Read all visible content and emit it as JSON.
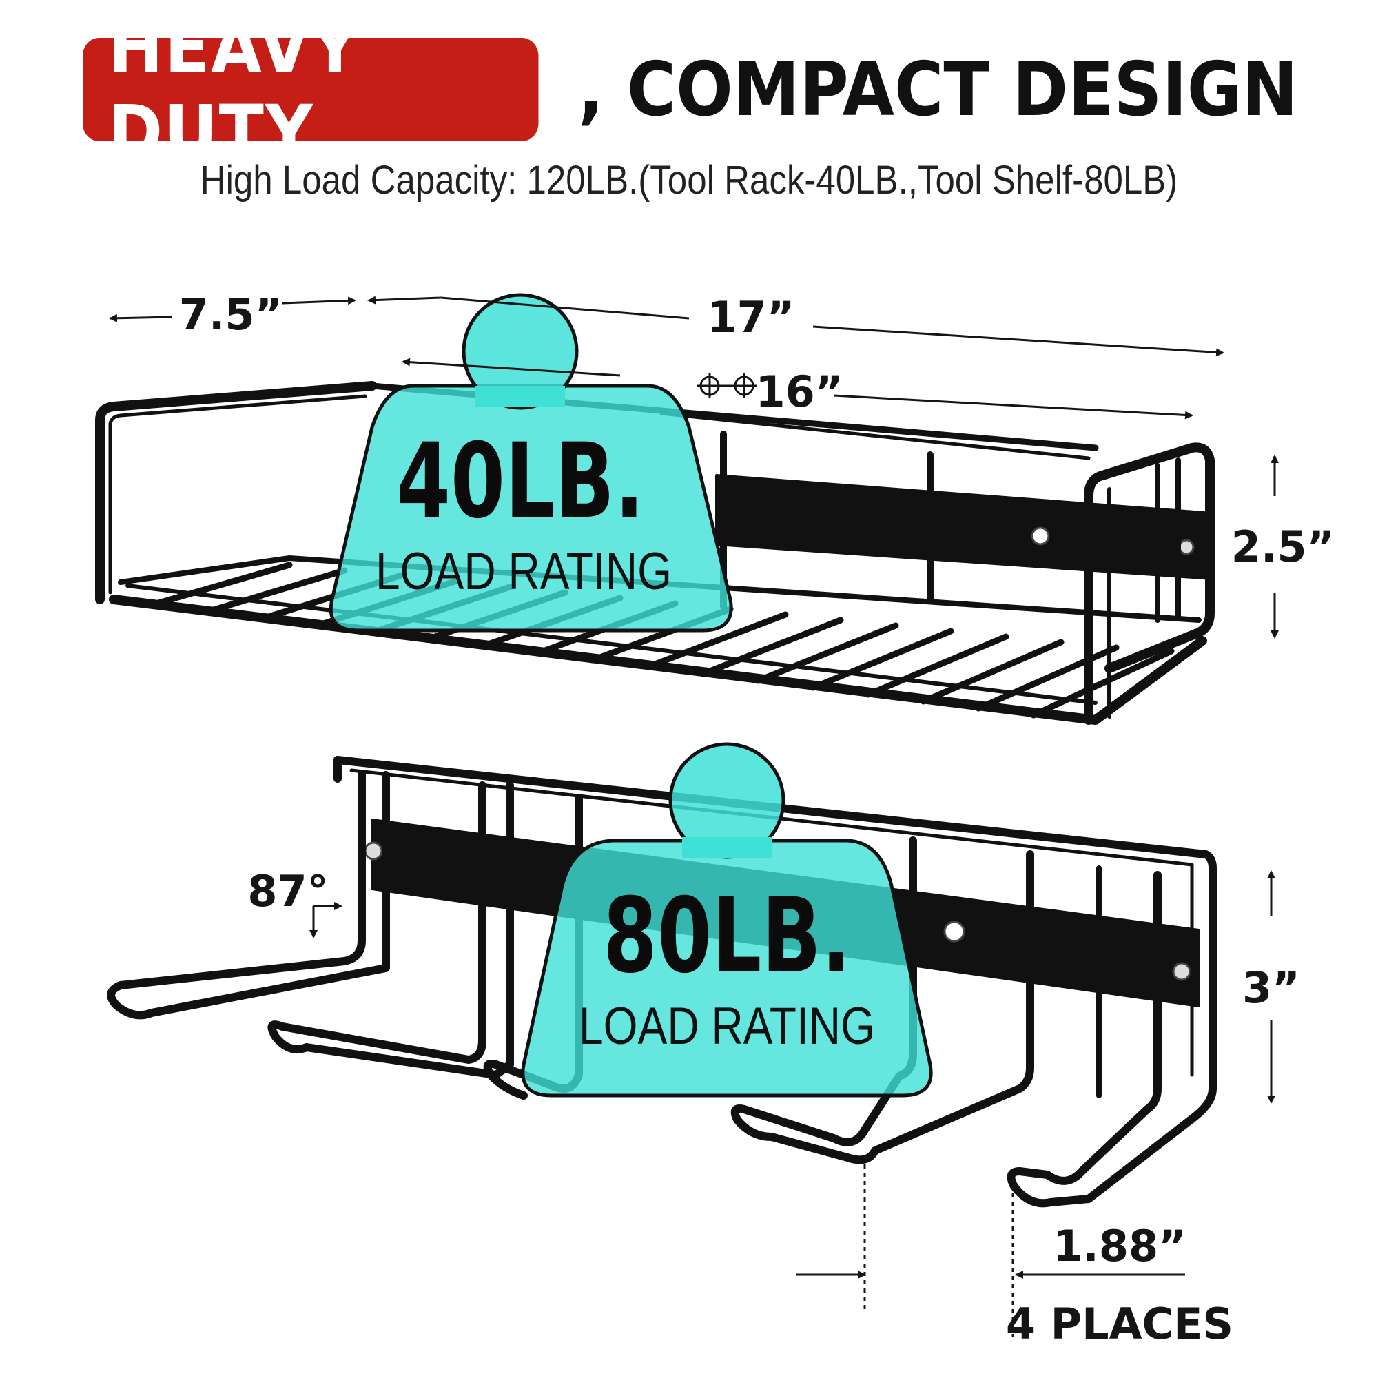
{
  "header": {
    "badge_text": "HEAVY DUTY",
    "title_rest": ", COMPACT DESIGN",
    "subtitle": "High Load Capacity: 120LB.(Tool Rack-40LB.,Tool Shelf-80LB)"
  },
  "colors": {
    "badge": "#c41e16",
    "weight_fill": "#3fe0d6",
    "metal": "#111111"
  },
  "shelf": {
    "dim_depth": "7.5”",
    "dim_length": "17”",
    "dim_hole_spacing": "16”",
    "dim_height": "2.5”",
    "weight_value": "40LB.",
    "weight_label": "LOAD RATING"
  },
  "rack": {
    "dim_angle": "87°",
    "dim_height": "3”",
    "dim_gap": "1.88”",
    "dim_gap_note": "4 PLACES",
    "weight_value": "80LB.",
    "weight_label": "LOAD RATING"
  }
}
